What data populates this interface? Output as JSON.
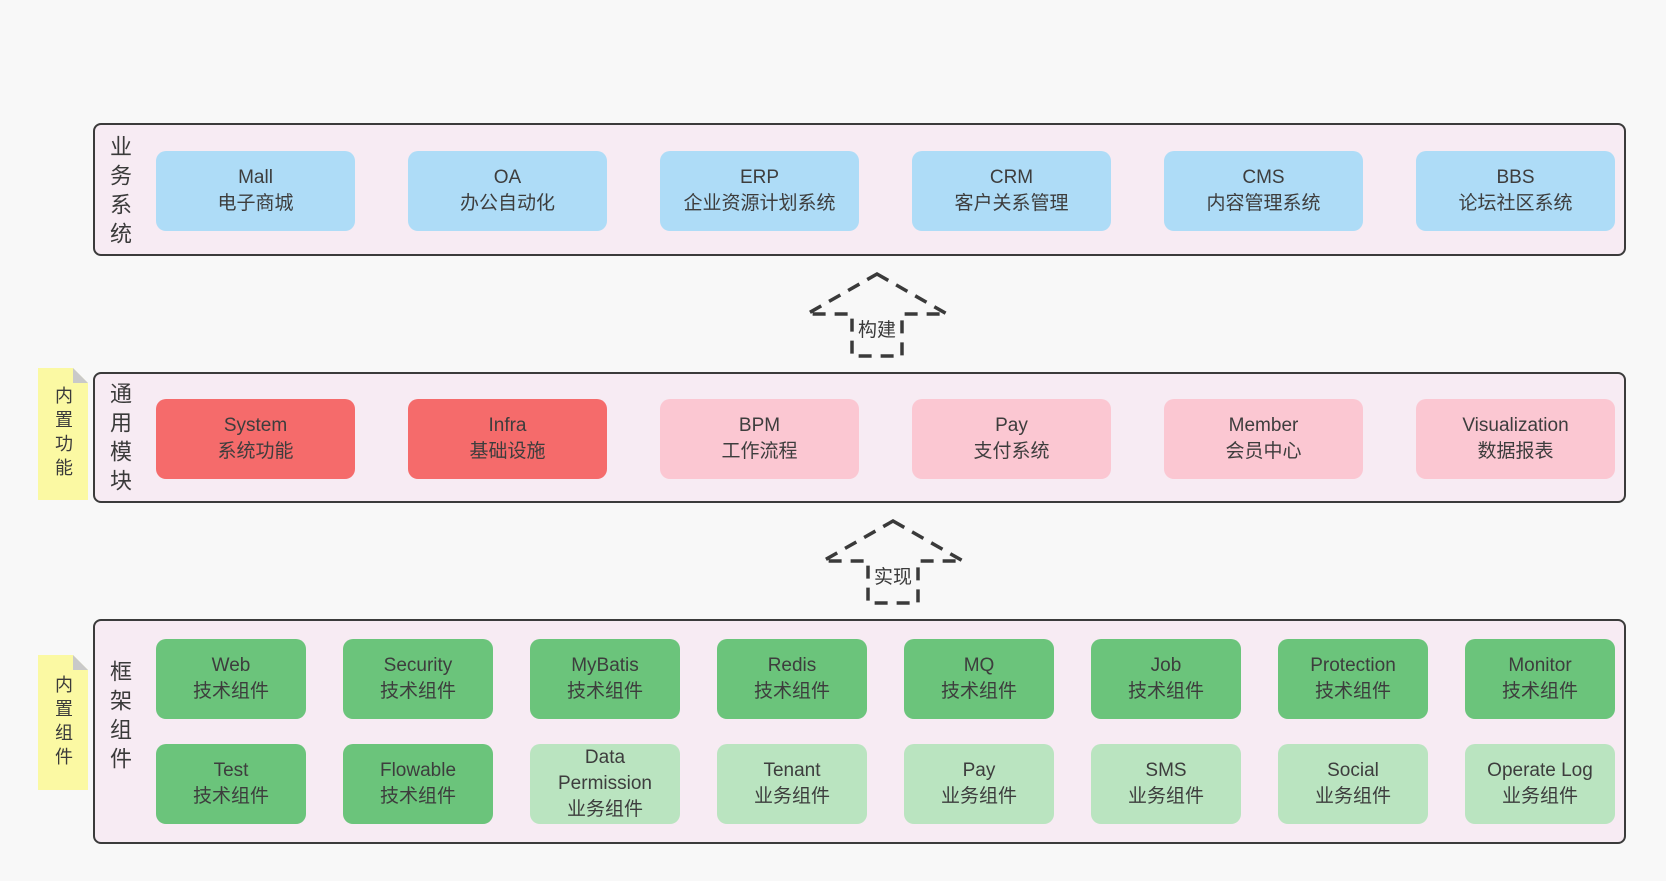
{
  "colors": {
    "page_background": "#f8f8f8",
    "section_background": "#f7ebf3",
    "section_border": "#3b3b3b",
    "blue_box": "#aedcf7",
    "red_box": "#f56b6b",
    "pink_box": "#fbc7d2",
    "green_box": "#6bc47b",
    "light_green_box": "#bae4c0",
    "sticky_note": "#fbf9a3",
    "sticky_fold": "#c9c9c9",
    "text": "#3d3d3d"
  },
  "arrows": [
    {
      "label": "构建"
    },
    {
      "label": "实现"
    }
  ],
  "sections": [
    {
      "label": "业务系统",
      "boxes": [
        {
          "title": "Mall",
          "subtitle": "电子商城"
        },
        {
          "title": "OA",
          "subtitle": "办公自动化"
        },
        {
          "title": "ERP",
          "subtitle": "企业资源计划系统"
        },
        {
          "title": "CRM",
          "subtitle": "客户关系管理"
        },
        {
          "title": "CMS",
          "subtitle": "内容管理系统"
        },
        {
          "title": "BBS",
          "subtitle": "论坛社区系统"
        }
      ]
    },
    {
      "label": "通用模块",
      "sticky": "内置功能",
      "boxes": [
        {
          "title": "System",
          "subtitle": "系统功能"
        },
        {
          "title": "Infra",
          "subtitle": "基础设施"
        },
        {
          "title": "BPM",
          "subtitle": "工作流程"
        },
        {
          "title": "Pay",
          "subtitle": "支付系统"
        },
        {
          "title": "Member",
          "subtitle": "会员中心"
        },
        {
          "title": "Visualization",
          "subtitle": "数据报表"
        }
      ]
    },
    {
      "label": "框架组件",
      "sticky": "内置组件",
      "row1": [
        {
          "title": "Web",
          "subtitle": "技术组件"
        },
        {
          "title": "Security",
          "subtitle": "技术组件"
        },
        {
          "title": "MyBatis",
          "subtitle": "技术组件"
        },
        {
          "title": "Redis",
          "subtitle": "技术组件"
        },
        {
          "title": "MQ",
          "subtitle": "技术组件"
        },
        {
          "title": "Job",
          "subtitle": "技术组件"
        },
        {
          "title": "Protection",
          "subtitle": "技术组件"
        },
        {
          "title": "Monitor",
          "subtitle": "技术组件"
        }
      ],
      "row2": [
        {
          "title": "Test",
          "subtitle": "技术组件"
        },
        {
          "title": "Flowable",
          "subtitle": "技术组件"
        },
        {
          "title": "Data Permission",
          "subtitle": "业务组件"
        },
        {
          "title": "Tenant",
          "subtitle": "业务组件"
        },
        {
          "title": "Pay",
          "subtitle": "业务组件"
        },
        {
          "title": "SMS",
          "subtitle": "业务组件"
        },
        {
          "title": "Social",
          "subtitle": "业务组件"
        },
        {
          "title": "Operate Log",
          "subtitle": "业务组件"
        }
      ]
    }
  ]
}
